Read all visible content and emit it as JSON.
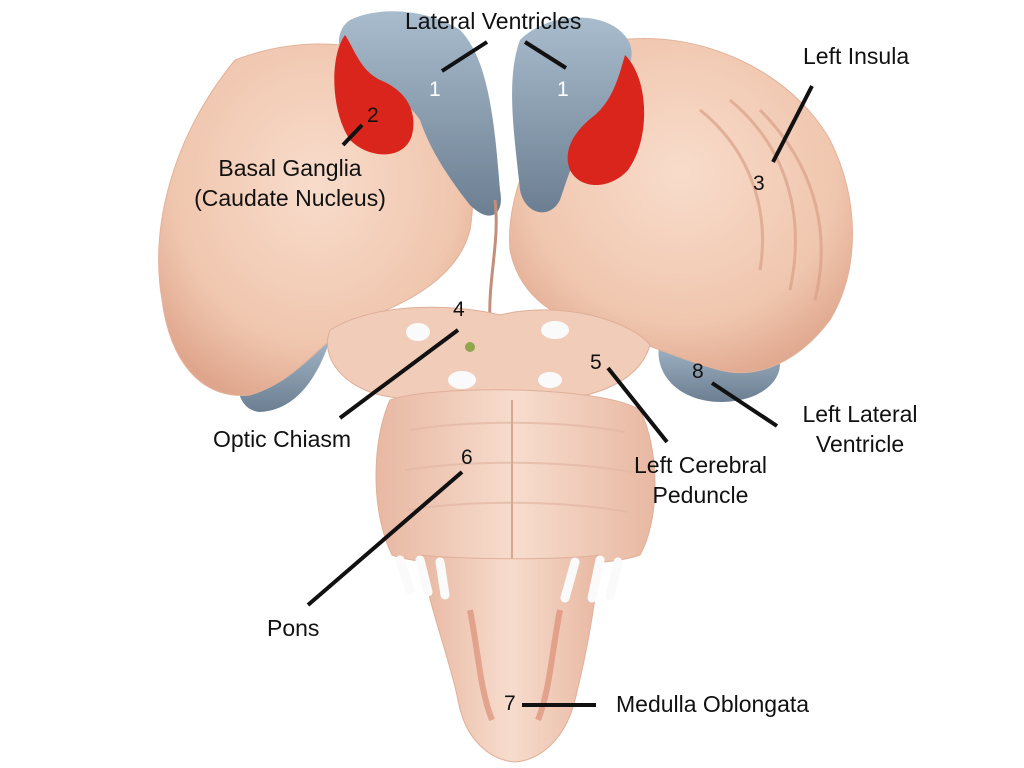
{
  "labels": {
    "lateral_ventricles": "Lateral Ventricles",
    "left_insula": "Left Insula",
    "basal_ganglia_line1": "Basal Ganglia",
    "basal_ganglia_line2": "(Caudate Nucleus)",
    "optic_chiasm": "Optic Chiasm",
    "left_lateral_ventricle_line1": "Left Lateral",
    "left_lateral_ventricle_line2": "Ventricle",
    "left_cerebral_peduncle_line1": "Left Cerebral",
    "left_cerebral_peduncle_line2": "Peduncle",
    "pons": "Pons",
    "medulla_oblongata": "Medulla Oblongata"
  },
  "markers": {
    "ventricle_left": "1",
    "ventricle_right": "1",
    "basal_ganglia": "2",
    "insula": "3",
    "optic_chiasm": "4",
    "cerebral_peduncle": "5",
    "pons": "6",
    "medulla": "7",
    "lateral_ventricle": "8"
  },
  "colors": {
    "tissue": "#f2cbb5",
    "tissue_shadow": "#dfa68d",
    "ventricle": "#8a9db0",
    "basal_ganglia": "#d9251b",
    "leader_line": "#111111"
  }
}
